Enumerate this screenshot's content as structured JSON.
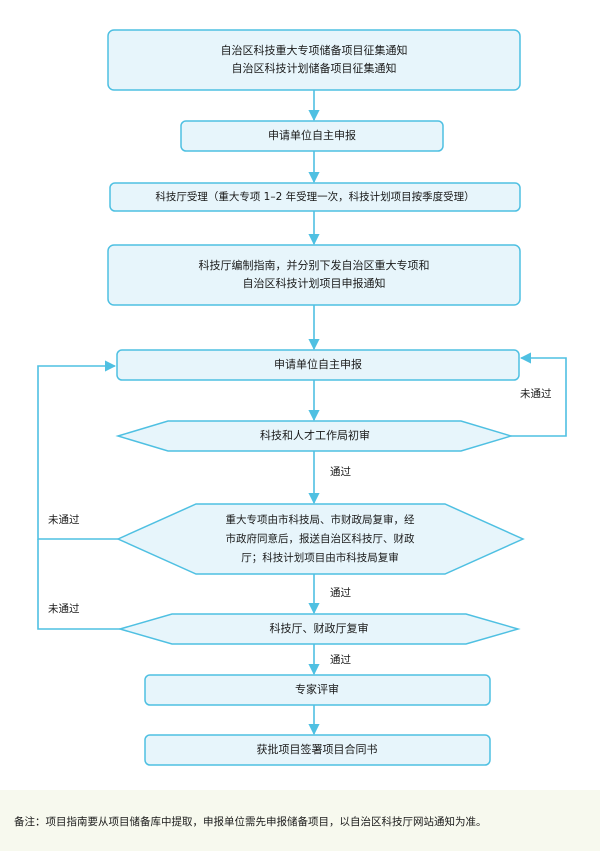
{
  "colors": {
    "box_fill": "#e7f5fb",
    "box_stroke": "#4fc0e2",
    "arrow": "#4fc0e2",
    "text": "#1a1a1a",
    "footnote_bg": "#f7f9ee"
  },
  "steps": {
    "step1": {
      "line1": "自治区科技重大专项储备项目征集通知",
      "line2": "自治区科技计划储备项目征集通知"
    },
    "step2": "申请单位自主申报",
    "step3": "科技厅受理（重大专项 1–2 年受理一次，科技计划项目按季度受理）",
    "step4": {
      "line1": "科技厅编制指南，并分别下发自治区重大专项和",
      "line2": "自治区科技计划项目申报通知"
    },
    "step5": "申请单位自主申报",
    "review1": "科技和人才工作局初审",
    "review2": {
      "line1": "重大专项由市科技局、市财政局复审，经",
      "line2": "市政府同意后，报送自治区科技厅、财政",
      "line3": "厅；科技计划项目由市科技局复审"
    },
    "review3": "科技厅、财政厅复审",
    "step6": "专家评审",
    "step7": "获批项目签署项目合同书"
  },
  "edges": {
    "pass": "通过",
    "fail": "未通过"
  },
  "footnote": "备注：项目指南要从项目储备库中提取，申报单位需先申报储备项目，以自治区科技厅网站通知为准。"
}
